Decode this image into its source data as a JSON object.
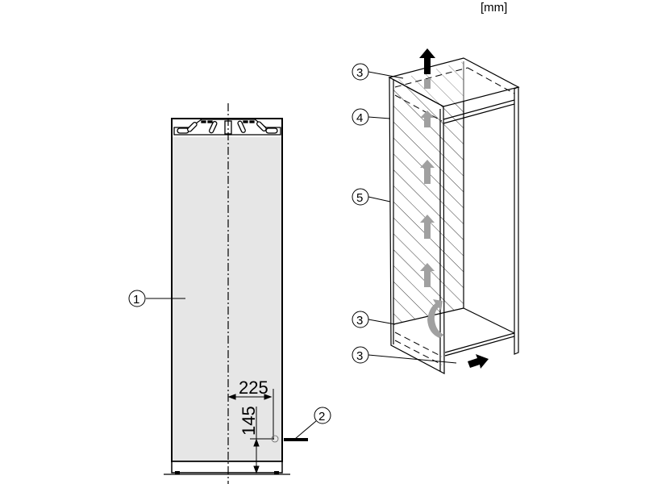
{
  "unit_label": "[mm]",
  "dimensions": {
    "horizontal": "225",
    "vertical": "145"
  },
  "callouts": {
    "appliance": "1",
    "connection": "2",
    "vent_top": "3",
    "side_panel": "4",
    "air_channel": "5",
    "vent_bottom": "3",
    "vent_plinth": "3"
  },
  "colors": {
    "appliance_fill": "#e6e6e6",
    "airflow_arrow": "#a0a0a0",
    "line": "#000000"
  }
}
